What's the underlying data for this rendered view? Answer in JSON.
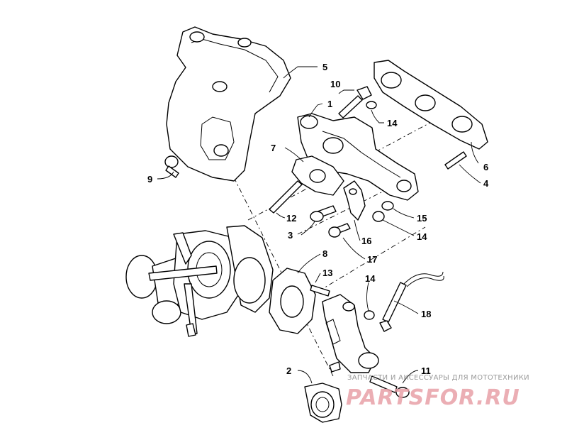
{
  "callouts": {
    "c1": "1",
    "c2": "2",
    "c3": "3",
    "c4": "4",
    "c5": "5",
    "c6": "6",
    "c7": "7",
    "c8": "8",
    "c9": "9",
    "c10": "10",
    "c11": "11",
    "c12": "12",
    "c13": "13",
    "c14a": "14",
    "c14b": "14",
    "c14c": "14",
    "c15": "15",
    "c16": "16",
    "c17": "17",
    "c18": "18"
  },
  "watermark": {
    "tagline": "ЗАПЧАСТИ И АКСЕССУАРЫ ДЛЯ МОТОТЕХНИКИ",
    "logo": "PARTSFOR.RU",
    "logo_color": "#e8a0a8"
  }
}
